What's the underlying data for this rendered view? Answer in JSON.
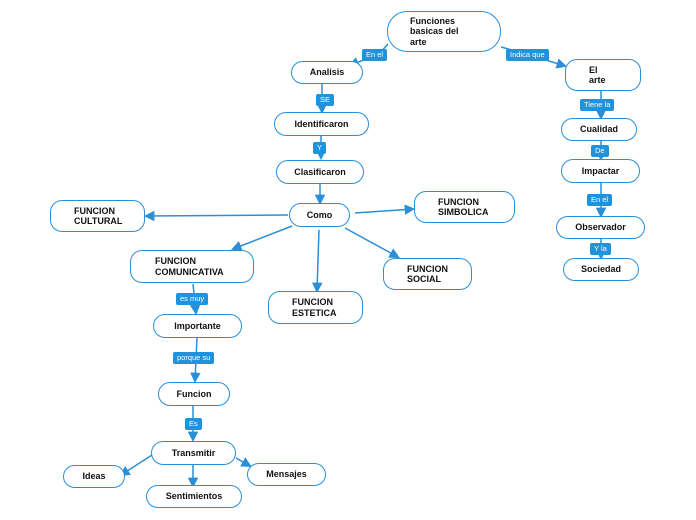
{
  "colors": {
    "accent": "#2a8fd6",
    "label_bg": "#1f93dc",
    "label_text": "#ffffff",
    "node_border": "#2a8fd6"
  },
  "nodes": {
    "root": "Funciones\nbasicas del\narte",
    "analisis": "Analisis",
    "identificaron": "Identificaron",
    "clasificaron": "Clasificaron",
    "como": "Como",
    "cultural": "FUNCION\nCULTURAL",
    "simbolica": "FUNCION\nSIMBOLICA",
    "comunicativa": "FUNCION\nCOMUNICATIVA",
    "social": "FUNCION\nSOCIAL",
    "estetica": "FUNCION\nESTETICA",
    "importante": "Importante",
    "funcion": "Funcion",
    "transmitir": "Transmitir",
    "ideas": "Ideas",
    "sentimientos": "Sentimientos",
    "mensajes": "Mensajes",
    "el_arte": "El\narte",
    "cualidad": "Cualidad",
    "impactar": "Impactar",
    "observador": "Observador",
    "sociedad": "Sociedad"
  },
  "labels": {
    "en_el_1": "En el",
    "se": "SE",
    "y": "Y",
    "indica_que": "Indica que",
    "tiene_la": "Tiene la",
    "de": "De",
    "en_el_2": "En el",
    "y_la": "Y la",
    "es_muy": "es muy",
    "porque_su": "porque su",
    "es": "Es"
  }
}
